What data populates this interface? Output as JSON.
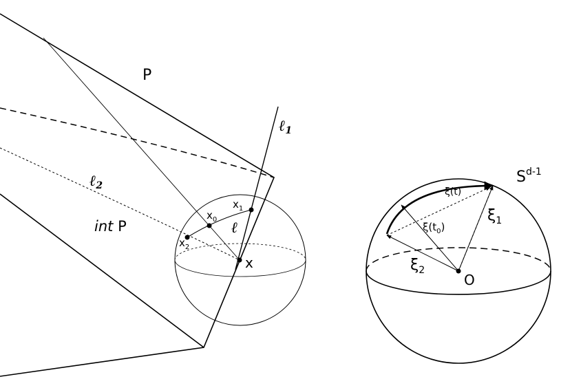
{
  "left_figure": {
    "polytope_label": "P",
    "interior_label": {
      "prefix": "int",
      "suffix": "P"
    },
    "line_1_label": {
      "base": "ℓ",
      "sub": "1"
    },
    "line_2_label": {
      "base": "ℓ",
      "sub": "2"
    },
    "line_label": "ℓ",
    "point_x": "x",
    "point_x0": {
      "base": "x",
      "sub": "0"
    },
    "point_x1": {
      "base": "x",
      "sub": "1"
    },
    "point_x2": {
      "base": "x",
      "sub": "2"
    }
  },
  "right_figure": {
    "sphere_label": {
      "base": "S",
      "sup": "d-1"
    },
    "origin_label": "O",
    "xi_1": {
      "base": "ξ",
      "sub": "1"
    },
    "xi_2": {
      "base": "ξ",
      "sub": "2"
    },
    "xi_t": "ξ(t)",
    "xi_t0": {
      "base": "ξ(t",
      "sub": "0",
      "tail": ")"
    }
  },
  "colors": {
    "stroke": "#000000",
    "background": "#ffffff"
  }
}
